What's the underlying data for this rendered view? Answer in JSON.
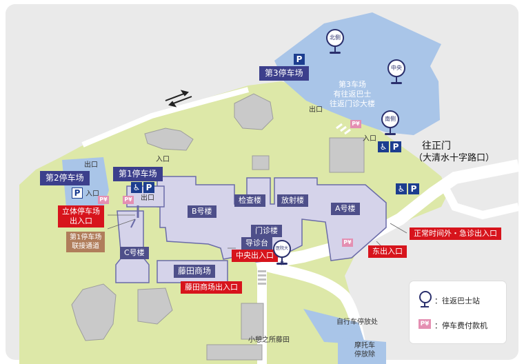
{
  "map": {
    "parking": {
      "lot3": "第3停车场",
      "lot3_note": [
        "第3车场",
        "有往返巴士",
        "往返门诊大楼"
      ],
      "lot2": "第2停车场",
      "lot1": "第1停车场",
      "multistory_entrance": [
        "立体停车场",
        "出入口"
      ],
      "lot1_passage": [
        "第1停车场",
        "联接通道"
      ]
    },
    "buildings": {
      "a": "A号楼",
      "b": "B号楼",
      "c": "C号楼",
      "inspection": "检查楼",
      "radiology": "放射楼",
      "outpatient": "门诊楼",
      "guide_desk": "导诊台",
      "fujita_mall": "藤田商场",
      "small_shop": "小憩之所藤田"
    },
    "entrances": {
      "central": "中央出入口",
      "fujita_mall": "藤田商场出入口",
      "east_exit": "东出入口",
      "after_hours": "正常时间外・急诊出入口"
    },
    "bus_stops": {
      "north": "北侧",
      "center": "中央",
      "south": "南侧",
      "hospital": "医院大楼"
    },
    "labels": {
      "exit": "出口",
      "entrance": "入口",
      "main_gate": "往正门",
      "main_gate_sub": "（大清水十字路口）",
      "bicycle": "自行车停放处",
      "motorcycle": [
        "摩托车",
        "停放除"
      ],
      "p": "P",
      "pay": "P¥"
    },
    "legend": {
      "bus": "：往返巴士站",
      "pay": "：停车费付款机"
    }
  }
}
